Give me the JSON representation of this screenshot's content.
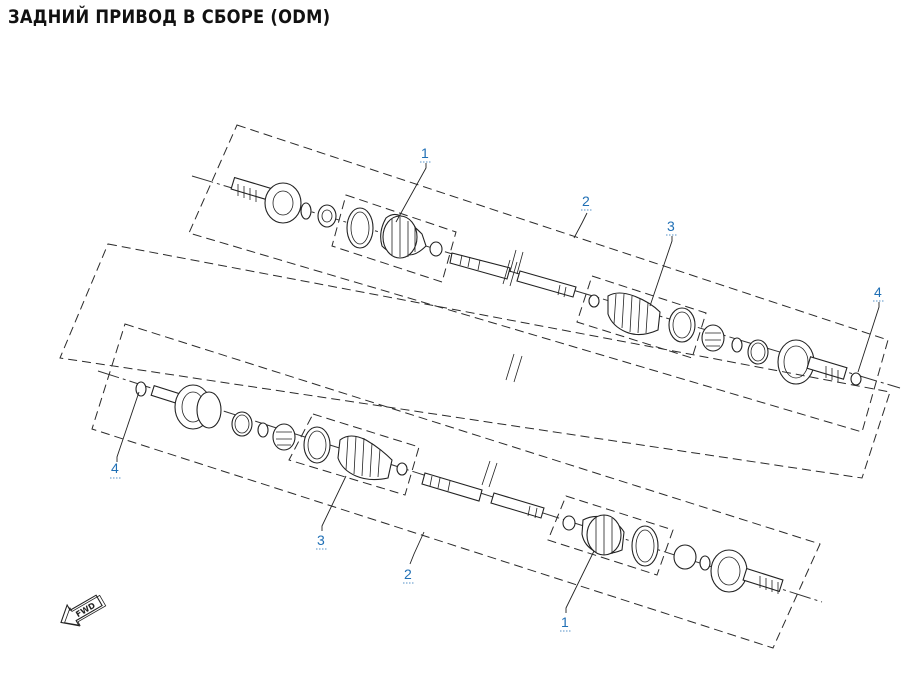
{
  "header": {
    "title": "ЗАДНИЙ ПРИВОД В СБОРЕ (ODM)"
  },
  "callouts": {
    "upper_boot_kit_outer": "1",
    "upper_shaft_assembly": "2",
    "upper_boot_kit_inner": "3",
    "upper_circlip": "4",
    "lower_circlip": "4",
    "lower_boot_kit_inner": "3",
    "lower_shaft_assembly": "2",
    "lower_boot_kit_outer": "1"
  },
  "fwd_label": "FWD",
  "colors": {
    "callout": "#1f6fb5",
    "lines": "#222222"
  }
}
